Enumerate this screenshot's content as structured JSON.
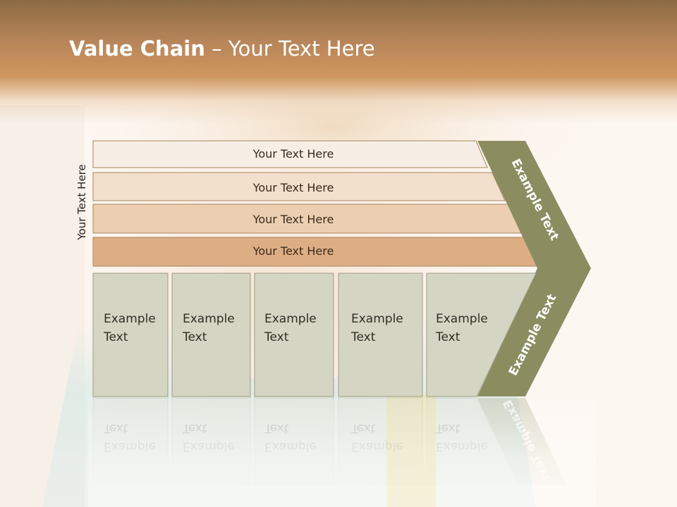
{
  "title": {
    "bold": "Value Chain",
    "rest": " – Your Text Here"
  },
  "side_label": "Your Text Here",
  "bands": [
    {
      "label": "Your Text Here",
      "color": "#f7efe6"
    },
    {
      "label": "Your Text Here",
      "color": "#f2dfcc"
    },
    {
      "label": "Your Text Here",
      "color": "#ebcfb0"
    },
    {
      "label": "Your Text Here",
      "color": "#ddae84"
    }
  ],
  "boxes": [
    {
      "line1": "Example",
      "line2": "Text"
    },
    {
      "line1": "Example",
      "line2": "Text"
    },
    {
      "line1": "Example",
      "line2": "Text"
    },
    {
      "line1": "Example",
      "line2": "Text"
    },
    {
      "line1": "Example",
      "line2": "Text"
    }
  ],
  "chevron": {
    "upper_label": "Example Text",
    "lower_label": "Example Text",
    "color": "#8b8d61"
  },
  "colors": {
    "box_fill": "#d5d5c3",
    "box_stroke": "#9d9d86",
    "band_stroke": "#a88660"
  }
}
